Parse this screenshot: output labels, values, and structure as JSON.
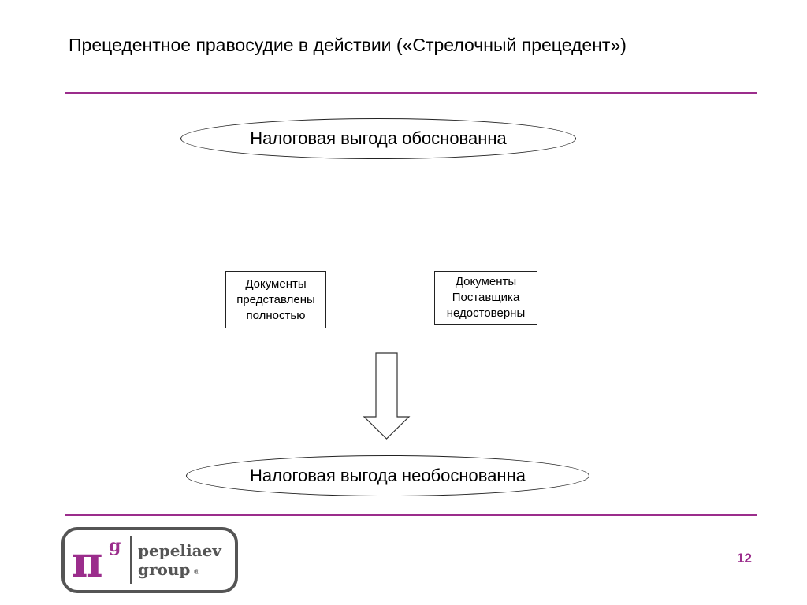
{
  "slide": {
    "title": "Прецедентное правосудие в действии («Стрелочный прецедент»)",
    "page_number": "12"
  },
  "diagram": {
    "top_node": "Налоговая выгода обоснованна",
    "bottom_node": "Налоговая выгода необоснованна",
    "left_box": [
      "Документы",
      "представлены",
      "полностью"
    ],
    "right_box": [
      "Документы",
      "Поставщика",
      "недостоверны"
    ]
  },
  "logo": {
    "symbol": "π",
    "superscript": "g",
    "name_line1": "pepeliaev",
    "name_line2": "group",
    "mark": "®"
  },
  "colors": {
    "accent": "#9b2d8c",
    "logo_border": "#555555"
  }
}
